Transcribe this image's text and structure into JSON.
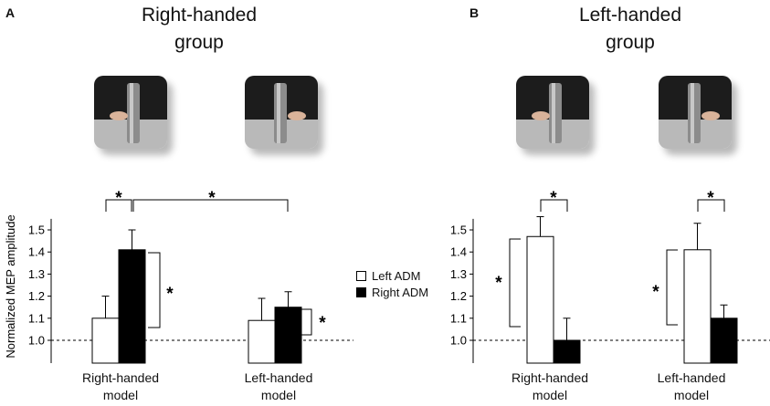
{
  "panels": [
    {
      "letter": "A",
      "title_line1": "Right-handed",
      "title_line2": "group"
    },
    {
      "letter": "B",
      "title_line1": "Left-handed",
      "title_line2": "group"
    }
  ],
  "legend": {
    "left_label": "Left ADM",
    "right_label": "Right ADM",
    "left_color": "#ffffff",
    "right_color": "#000000"
  },
  "chart_data": [
    {
      "type": "bar",
      "panel": "A",
      "title": "Right-handed group",
      "ylabel": "Normalized MEP amplitude",
      "ylim": [
        0.9,
        1.55
      ],
      "yticks": [
        "1.0",
        "1.1",
        "1.2",
        "1.3",
        "1.4",
        "1.5"
      ],
      "baseline": 1.0,
      "categories": [
        [
          "Right-handed",
          "model"
        ],
        [
          "Left-handed",
          "model"
        ]
      ],
      "series": [
        {
          "name": "Left ADM",
          "values": [
            1.1,
            1.09
          ],
          "errors": [
            0.1,
            0.1
          ]
        },
        {
          "name": "Right ADM",
          "values": [
            1.41,
            1.15
          ],
          "errors": [
            0.09,
            0.07
          ]
        }
      ],
      "significance_marker": "*"
    },
    {
      "type": "bar",
      "panel": "B",
      "title": "Left-handed group",
      "ylim": [
        0.9,
        1.55
      ],
      "yticks": [
        "1.0",
        "1.1",
        "1.2",
        "1.3",
        "1.4",
        "1.5"
      ],
      "baseline": 1.0,
      "categories": [
        [
          "Right-handed",
          "model"
        ],
        [
          "Left-handed",
          "model"
        ]
      ],
      "series": [
        {
          "name": "Left ADM",
          "values": [
            1.47,
            1.41
          ],
          "errors": [
            0.09,
            0.12
          ]
        },
        {
          "name": "Right ADM",
          "values": [
            1.0,
            1.1
          ],
          "errors": [
            0.1,
            0.06
          ]
        }
      ],
      "significance_marker": "*"
    }
  ]
}
